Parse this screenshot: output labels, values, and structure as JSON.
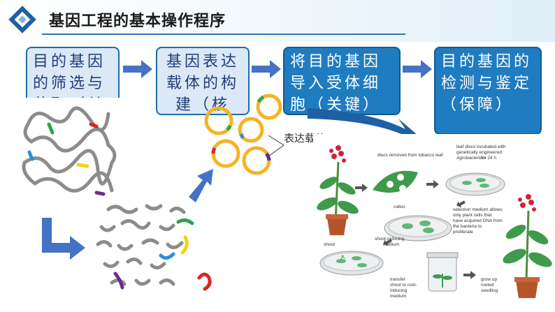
{
  "title": "基因工程的基本操作程序",
  "steps": [
    {
      "label": "目的基因的筛选与获取（关"
    },
    {
      "label": "基因表达载体的构建（核心）"
    },
    {
      "label": "将目的基因导入受体细胞（关键）"
    },
    {
      "label": "目的基因的检测与鉴定（保障）"
    }
  ],
  "vector_label": "表达载体",
  "figure": {
    "discs_removed": "discs removed from tobacco leaf",
    "leaf_discs_incubated_1": "leaf discs incubated with",
    "leaf_discs_incubated_2": "genetically engineered",
    "leaf_discs_incubated_3": "Agrobacterium",
    "leaf_discs_incubated_4": "for 24 h",
    "callus": "callus",
    "selection_1": "selection medium allows",
    "selection_2": "only plant cells that",
    "selection_3": "have acquired DNA from",
    "selection_4": "the bacteria to",
    "selection_5": "proliferate",
    "shoot": "shoot",
    "shoot_inducing_1": "shoot-inducing",
    "shoot_inducing_2": "medium",
    "transfer_1": "transfer",
    "transfer_2": "shoot to root-",
    "transfer_3": "inducing",
    "transfer_4": "medium",
    "grow_1": "grow up",
    "grow_2": "rooted",
    "grow_3": "seedling"
  },
  "colors": {
    "accent": "#2e75b6",
    "box_light": "#dbe9f6",
    "box_dark": "#1f7cc0",
    "arrow": "#4472c4",
    "plasmid": "#f5b324"
  }
}
